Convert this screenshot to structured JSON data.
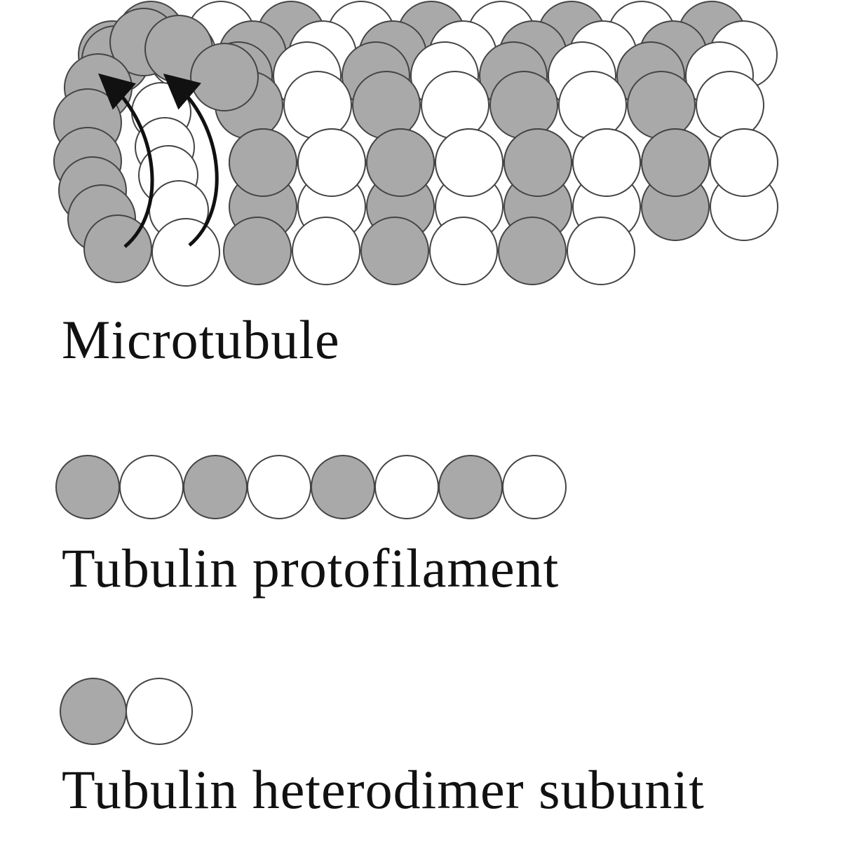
{
  "labels": {
    "microtubule": "Microtubule",
    "protofilament": "Tubulin protofilament",
    "heterodimer": "Tubulin heterodimer subunit"
  },
  "colors": {
    "alpha_subunit": "#a9a9a9",
    "beta_subunit": "#ffffff",
    "outline": "#444444",
    "arrow": "#111111",
    "text": "#111111"
  },
  "subunit_pattern": [
    "alpha",
    "beta"
  ],
  "protofilament_subunits": [
    "alpha",
    "beta",
    "alpha",
    "beta",
    "alpha",
    "beta",
    "alpha",
    "beta"
  ],
  "heterodimer_subunits": [
    "alpha",
    "beta"
  ]
}
